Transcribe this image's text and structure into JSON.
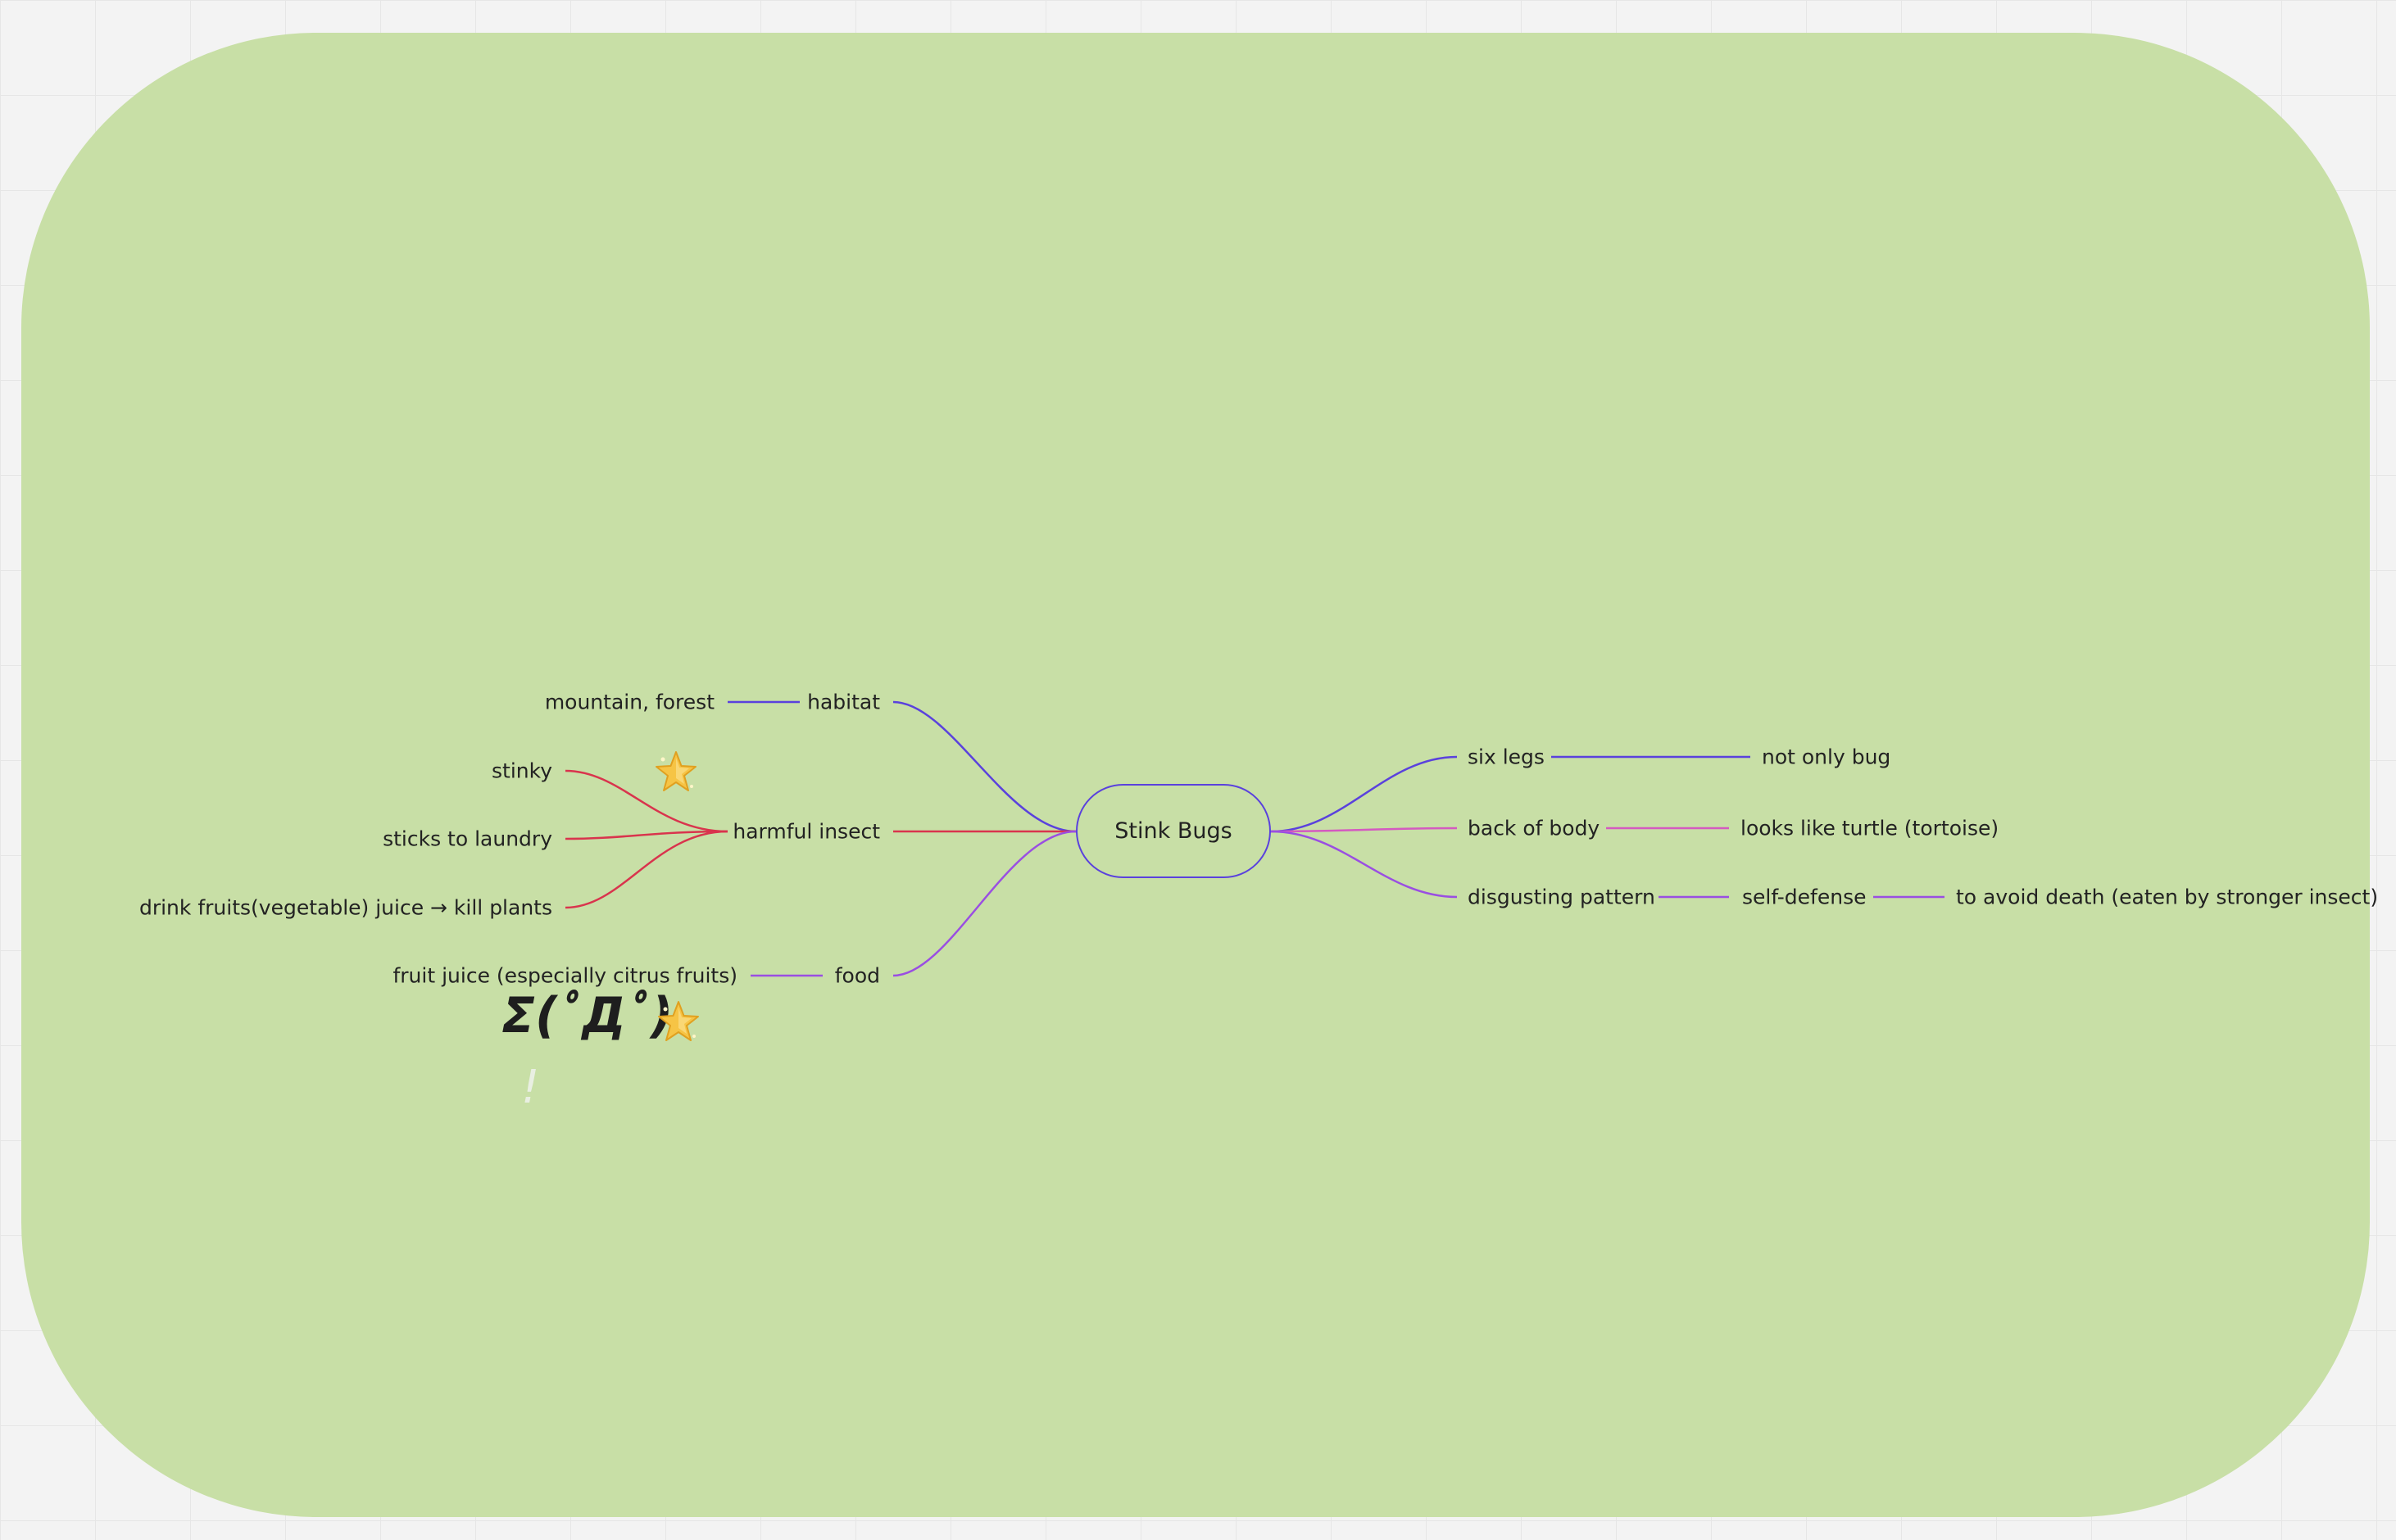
{
  "mindmap": {
    "root": "Stink Bugs",
    "left": {
      "habitat": "habitat",
      "habitat_detail": "mountain, forest",
      "harmful": "harmful insect",
      "harmful_details": [
        "stinky",
        "sticks to laundry",
        "drink fruits(vegetable) juice → kill plants"
      ],
      "food": "food",
      "food_detail": "fruit juice (especially citrus fruits)"
    },
    "right": {
      "six_legs": "six legs",
      "six_legs_detail": "not only bug",
      "back": "back of body",
      "back_detail": "looks like turtle (tortoise)",
      "pattern": "disgusting pattern",
      "pattern_detail": "self-defense",
      "pattern_detail2": "to avoid death (eaten by stronger insect)"
    }
  },
  "decorations": {
    "emoticon": "Σ(ﾟДﾟ)",
    "exclamation": "!",
    "stickers": [
      "star-icon",
      "star-icon"
    ]
  },
  "colors": {
    "background": "#f3f3f3",
    "board": "#c8dfa6",
    "root_border": "#5a41dd",
    "branch_habitat": "#5a41dd",
    "branch_harmful": "#d9344d",
    "branch_food": "#9a4ee2",
    "branch_six_legs": "#5a41dd",
    "branch_back": "#d45ac0",
    "branch_pattern": "#9a4ee2"
  }
}
